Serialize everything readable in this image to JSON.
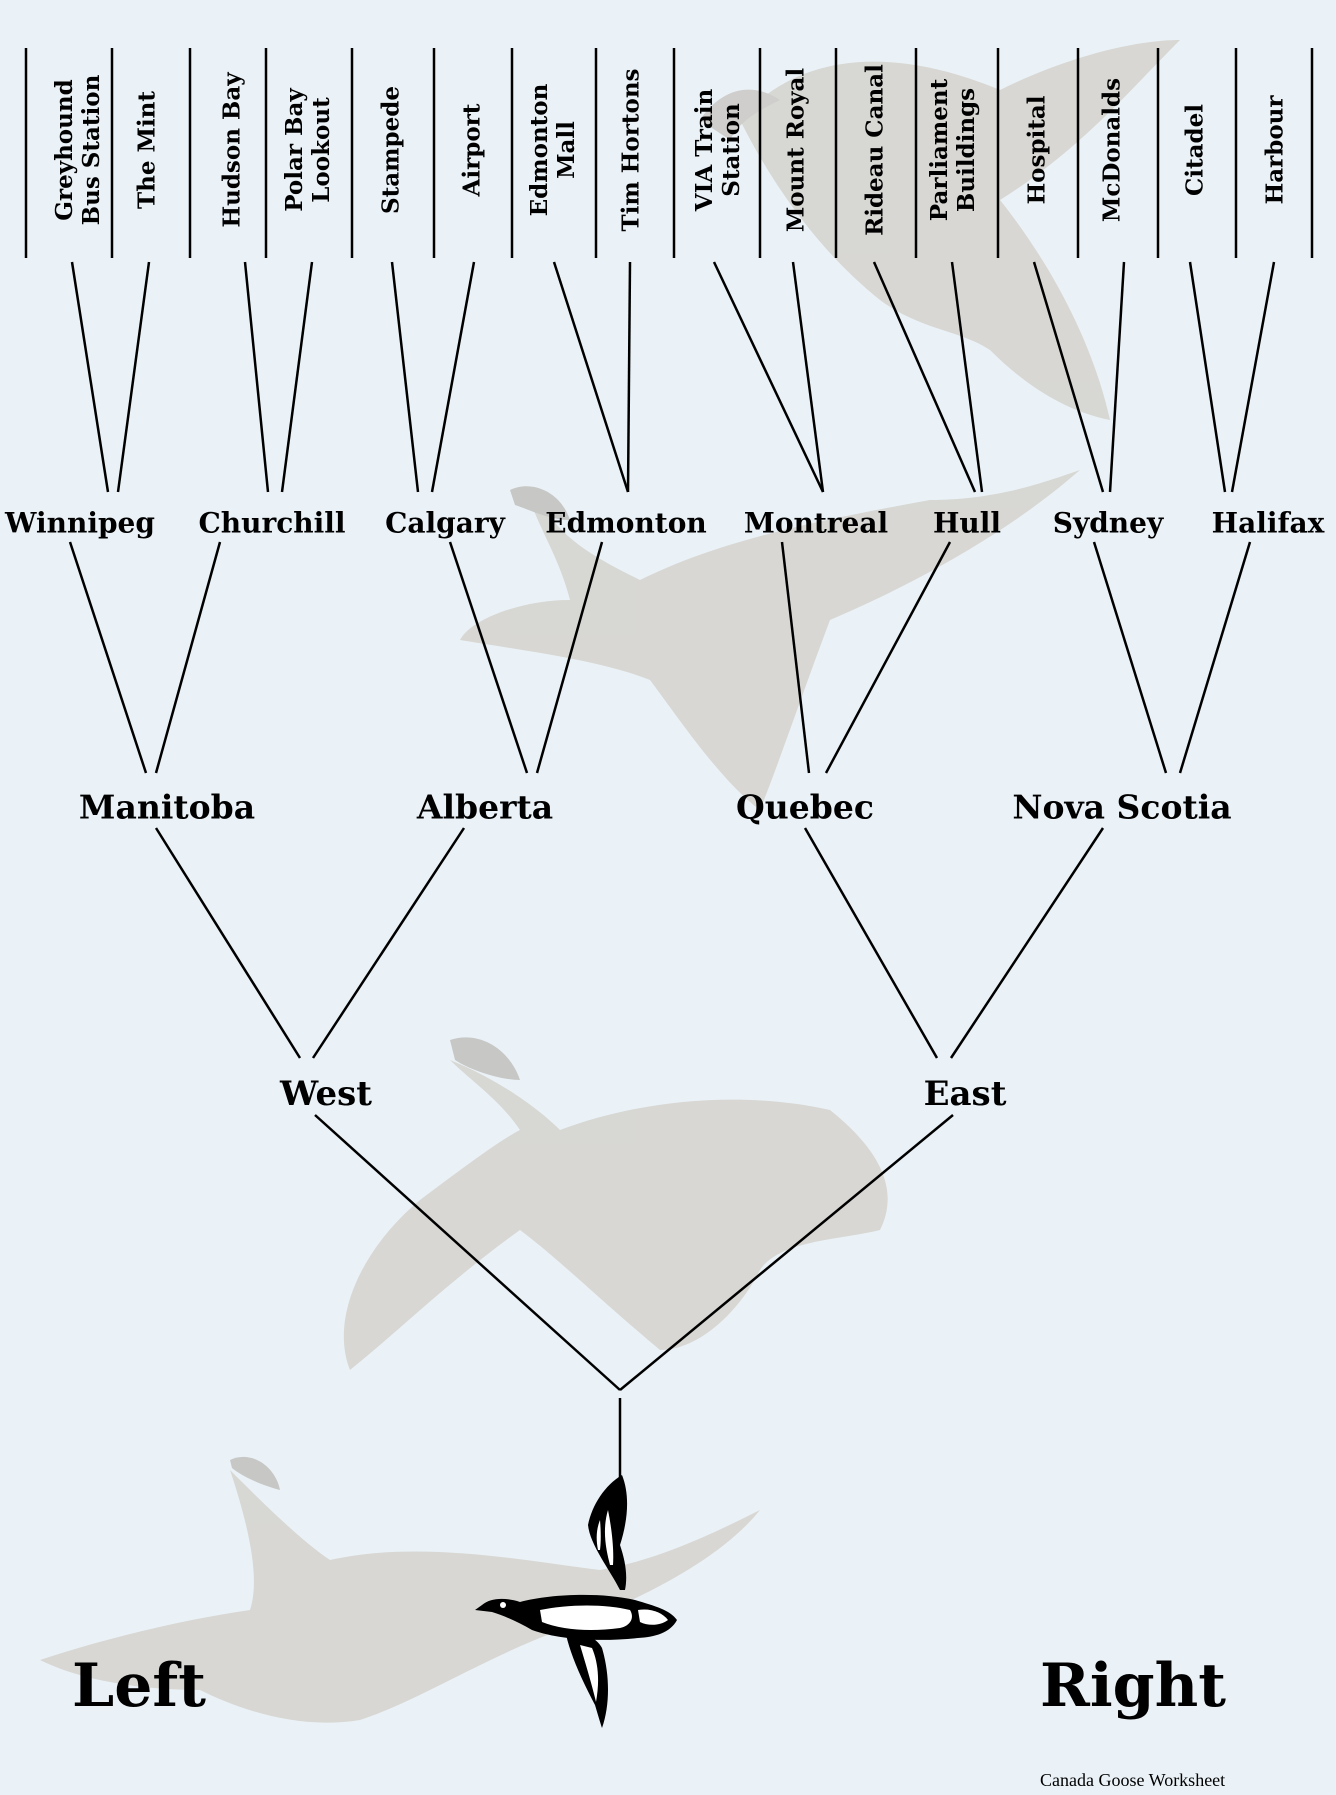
{
  "leaves": [
    {
      "lines": [
        "Greyhound",
        "Bus Station"
      ]
    },
    {
      "lines": [
        "The Mint"
      ]
    },
    {
      "lines": [
        "Hudson Bay"
      ]
    },
    {
      "lines": [
        "Polar Bay",
        "Lookout"
      ]
    },
    {
      "lines": [
        "Stampede"
      ]
    },
    {
      "lines": [
        "Airport"
      ]
    },
    {
      "lines": [
        "Edmonton",
        "Mall"
      ]
    },
    {
      "lines": [
        "Tim Hortons"
      ]
    },
    {
      "lines": [
        "VIA Train",
        "Station"
      ]
    },
    {
      "lines": [
        "Mount Royal"
      ]
    },
    {
      "lines": [
        "Rideau Canal"
      ]
    },
    {
      "lines": [
        "Parliament",
        "Buildings"
      ]
    },
    {
      "lines": [
        "Hospital"
      ]
    },
    {
      "lines": [
        "McDonalds"
      ]
    },
    {
      "lines": [
        "Citadel"
      ]
    },
    {
      "lines": [
        "Harbour"
      ]
    }
  ],
  "cities": [
    "Winnipeg",
    "Churchill",
    "Calgary",
    "Edmonton",
    "Montreal",
    "Hull",
    "Sydney",
    "Halifax"
  ],
  "provinces": [
    "Manitoba",
    "Alberta",
    "Quebec",
    "Nova Scotia"
  ],
  "regions": [
    "West",
    "East"
  ],
  "sides": {
    "left": "Left",
    "right": "Right"
  },
  "footer": "Canada Goose Worksheet",
  "colors": {
    "background": "#eaf2f7",
    "lines": "#000000",
    "goose_shadow": "#a08a70"
  }
}
